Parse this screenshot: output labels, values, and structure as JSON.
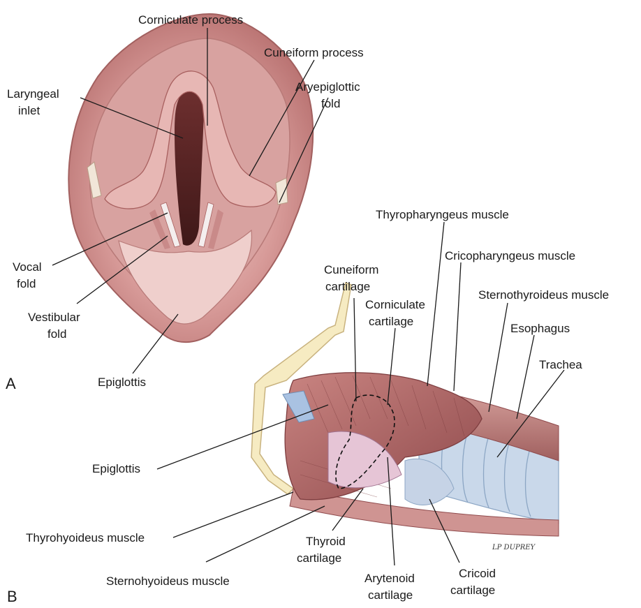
{
  "panel_a": {
    "letter": "A",
    "labels": {
      "corniculate_process": "Corniculate process",
      "cuneiform_process": "Cuneiform process",
      "laryngeal_inlet_1": "Laryngeal",
      "laryngeal_inlet_2": "inlet",
      "aryepiglottic_fold_1": "Aryepiglottic",
      "aryepiglottic_fold_2": "fold",
      "vocal_fold_1": "Vocal",
      "vocal_fold_2": "fold",
      "vestibular_fold_1": "Vestibular",
      "vestibular_fold_2": "fold",
      "epiglottis": "Epiglottis"
    }
  },
  "panel_b": {
    "letter": "B",
    "labels": {
      "thyropharyngeus": "Thyropharyngeus muscle",
      "cricopharyngeus": "Cricopharyngeus muscle",
      "sternothyroideus": "Sternothyroideus muscle",
      "esophagus": "Esophagus",
      "trachea": "Trachea",
      "cuneiform_cartilage_1": "Cuneiform",
      "cuneiform_cartilage_2": "cartilage",
      "corniculate_cartilage_1": "Corniculate",
      "corniculate_cartilage_2": "cartilage",
      "epiglottis": "Epiglottis",
      "thyrohyoideus": "Thyrohyoideus muscle",
      "sternohyoideus": "Sternohyoideus muscle",
      "thyroid_cartilage_1": "Thyroid",
      "thyroid_cartilage_2": "cartilage",
      "arytenoid_cartilage_1": "Arytenoid",
      "arytenoid_cartilage_2": "cartilage",
      "cricoid_cartilage_1": "Cricoid",
      "cricoid_cartilage_2": "cartilage"
    },
    "signature": "LP DUPREY"
  }
}
